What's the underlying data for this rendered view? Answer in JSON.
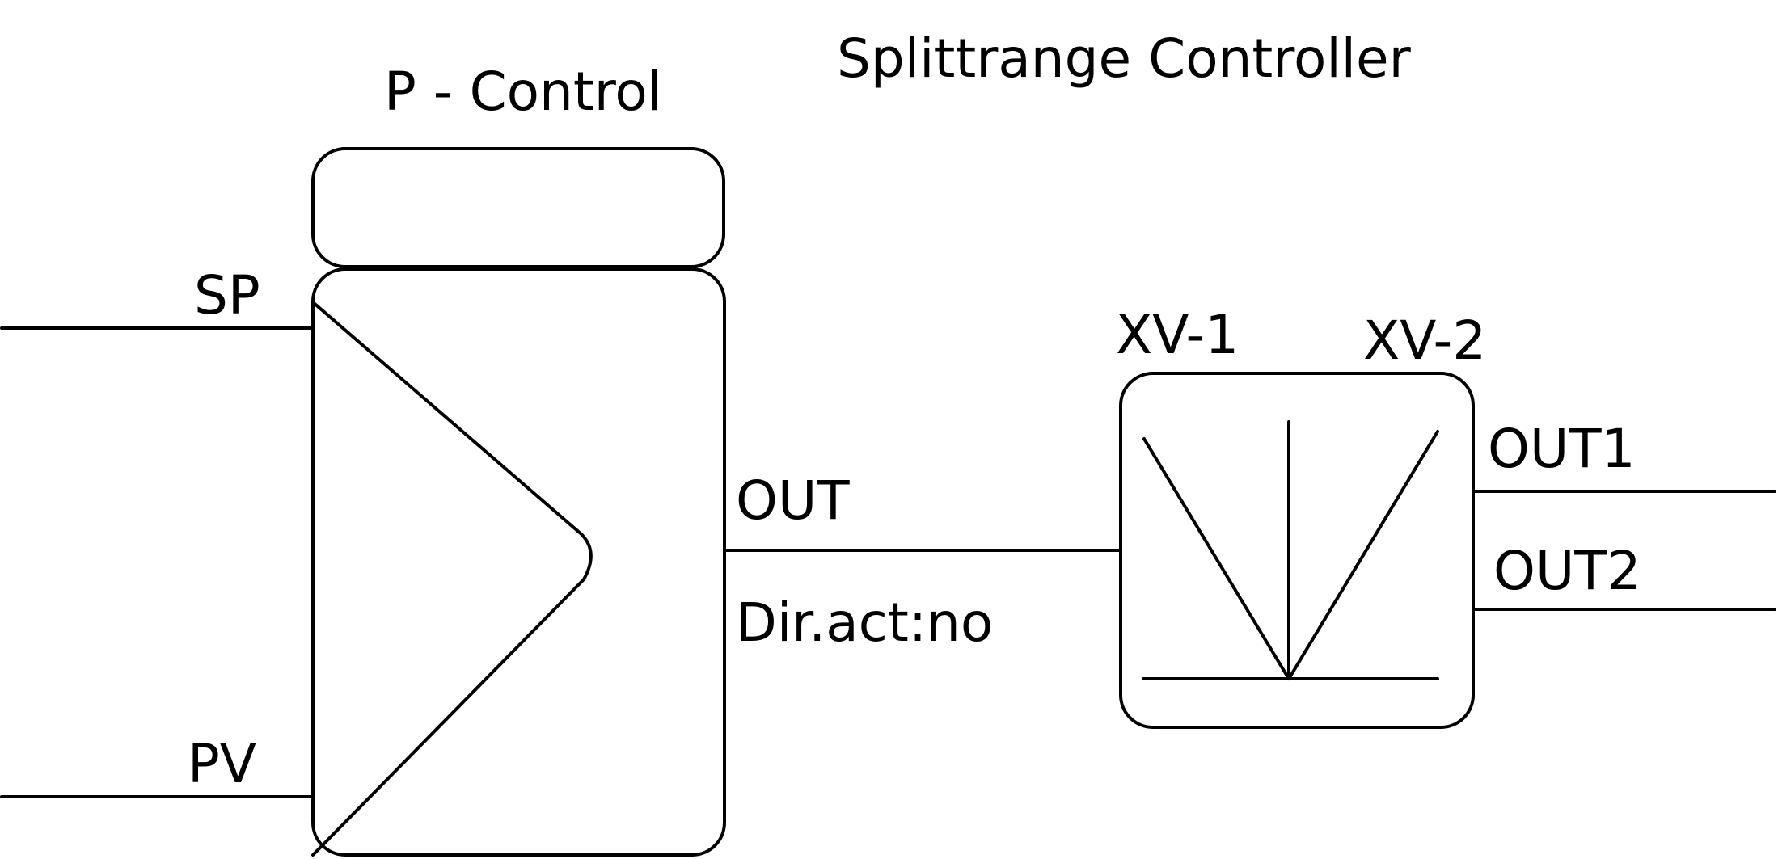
{
  "title": "Splittrange Controller",
  "controller": {
    "name": "P - Control",
    "inputs": {
      "sp": "SP",
      "pv": "PV"
    },
    "output": "OUT",
    "direction": "Dir.act:no"
  },
  "splitter": {
    "valve1": "XV-1",
    "valve2": "XV-2",
    "outputs": {
      "out1": "OUT1",
      "out2": "OUT2"
    }
  },
  "colors": {
    "line": "#000000",
    "background": "#ffffff"
  }
}
